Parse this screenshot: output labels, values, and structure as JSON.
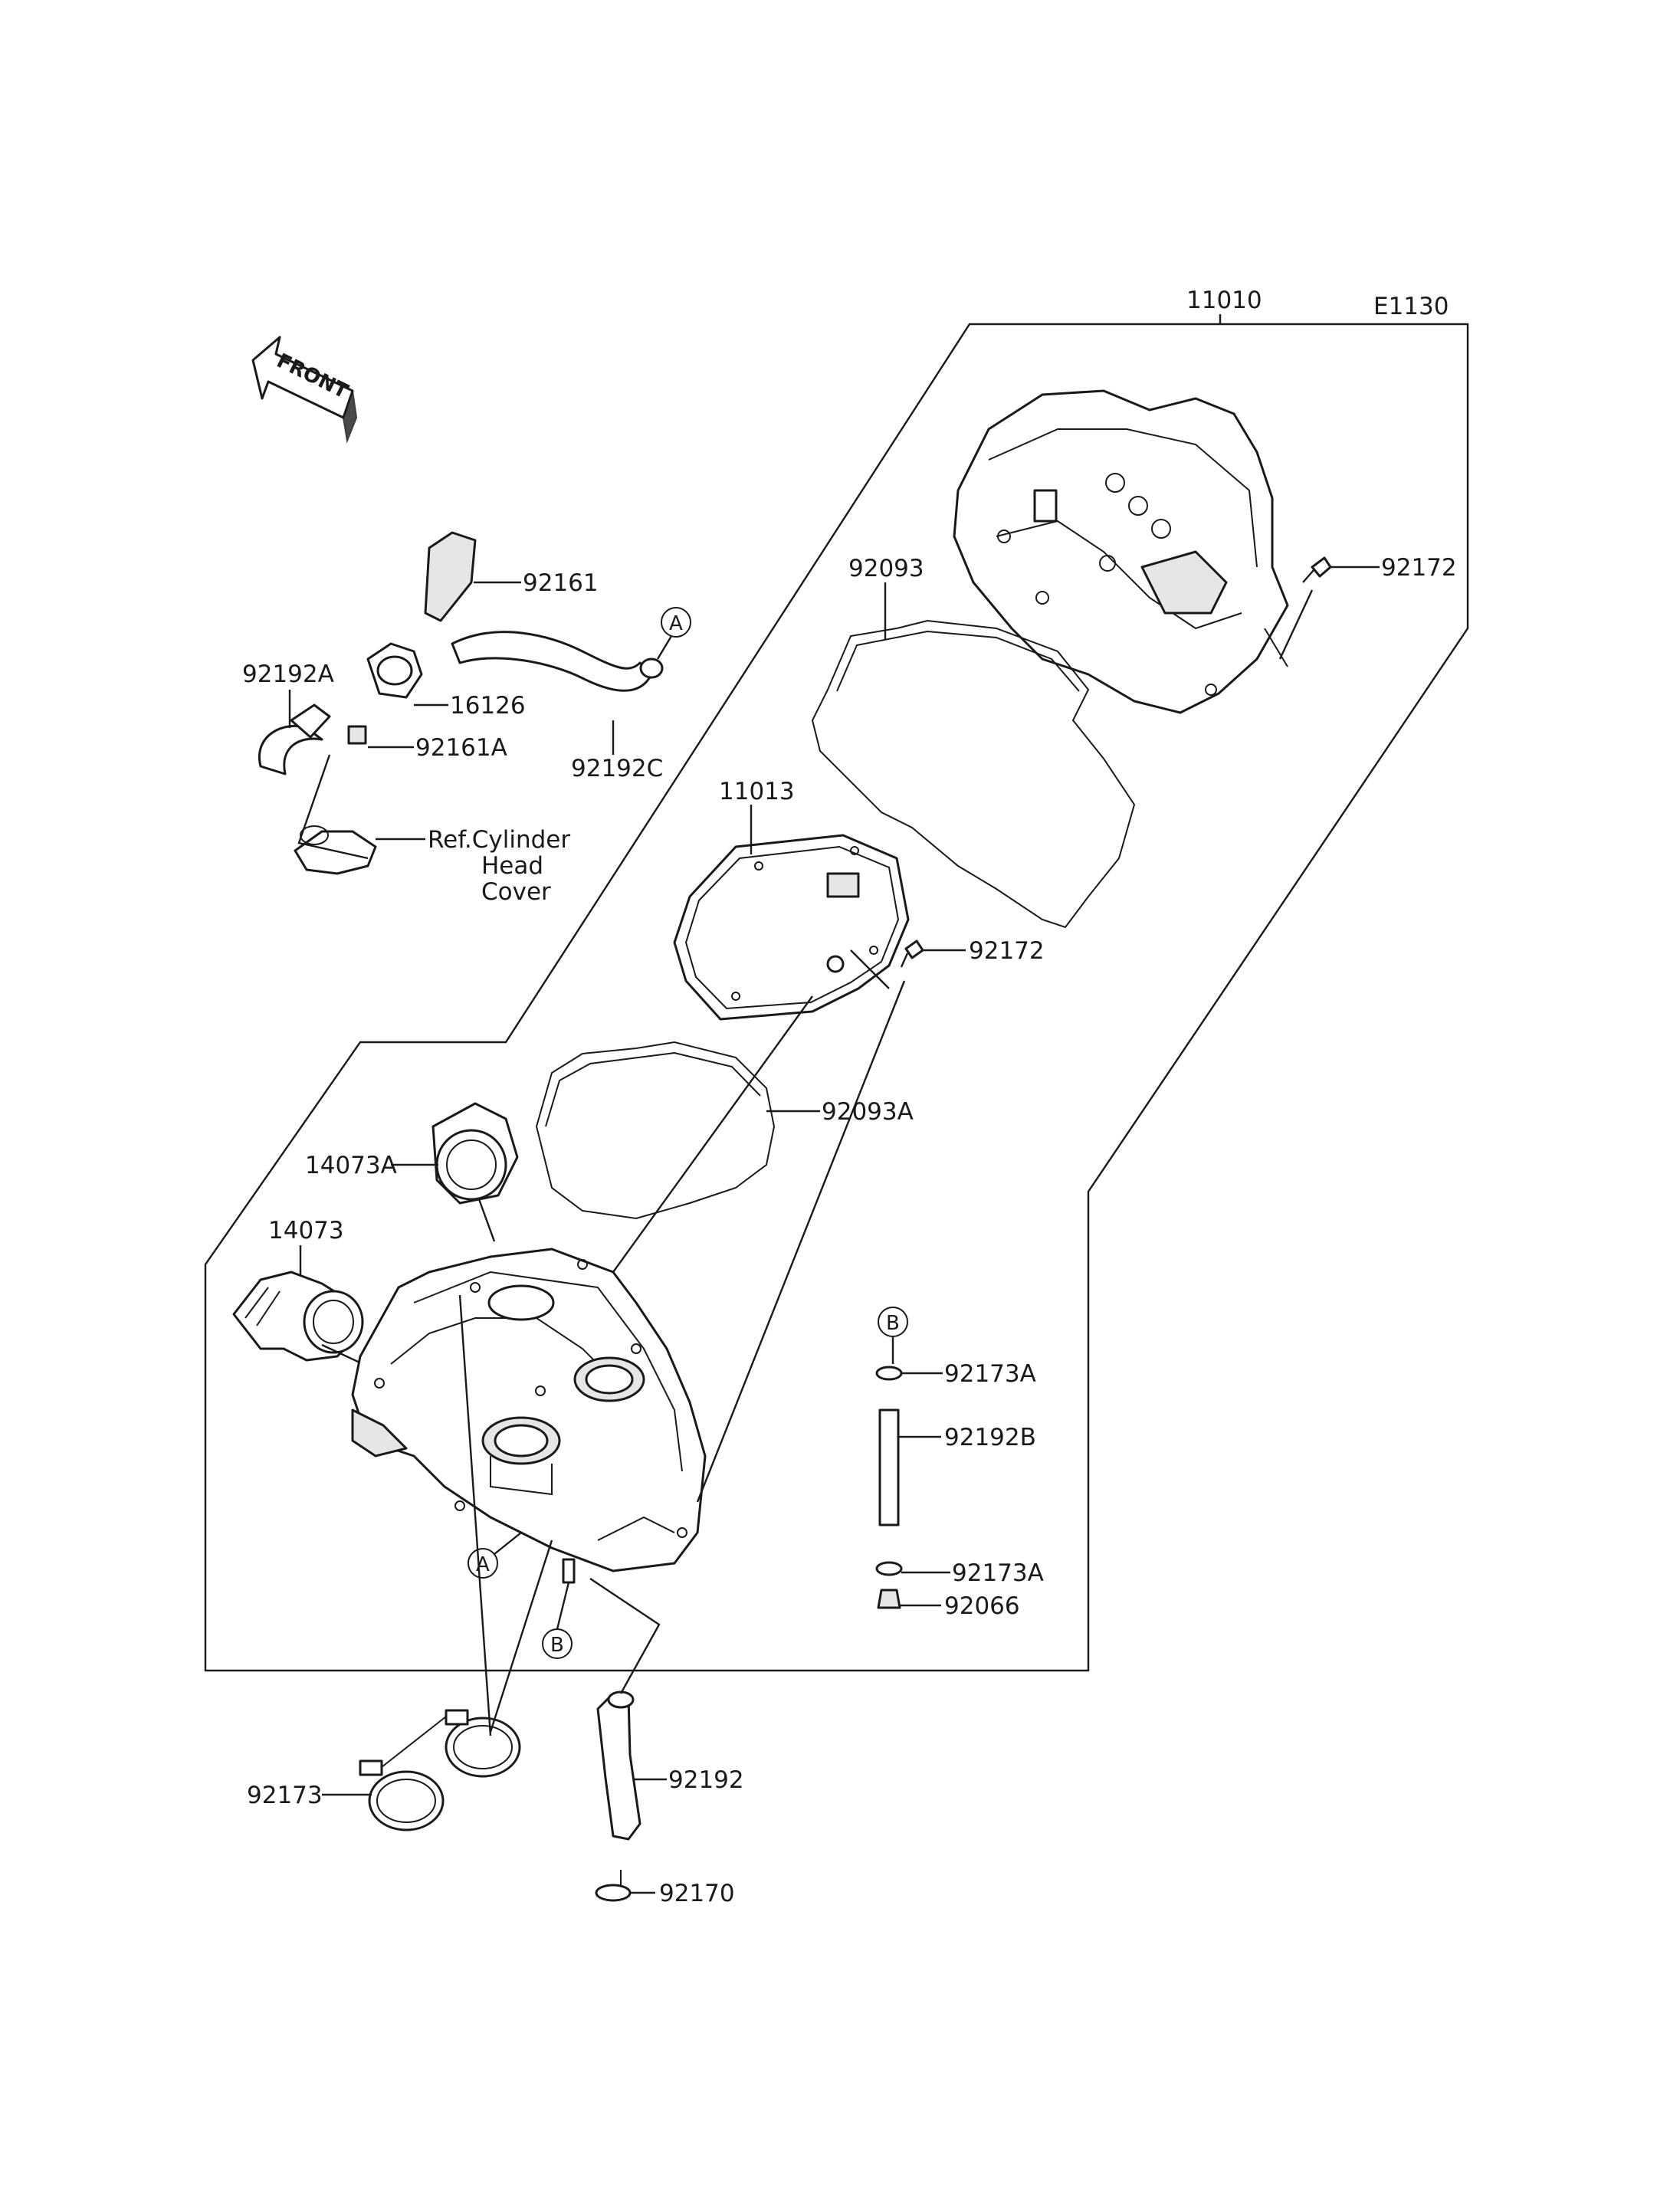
{
  "diagram_code": "E1130",
  "front_label": "FRONT",
  "callouts": {
    "c11010": "11010",
    "c92093": "92093",
    "c92172_top": "92172",
    "c92161": "92161",
    "c92192A": "92192A",
    "c16126": "16126",
    "c92161A": "92161A",
    "c92192C": "92192C",
    "c11013": "11013",
    "c92172_mid": "92172",
    "c92093A": "92093A",
    "c14073A": "14073A",
    "c14073": "14073",
    "c92173A_top": "92173A",
    "c92192B": "92192B",
    "c92173A_bot": "92173A",
    "c92066": "92066",
    "c92173": "92173",
    "c92192": "92192",
    "c92170": "92170"
  },
  "reference": {
    "line1": "Ref.Cylinder",
    "line2": "Head",
    "line3": "Cover"
  },
  "connectors": {
    "A_top": "A",
    "A_bottom": "A",
    "B_right": "B",
    "B_bottom": "B"
  }
}
